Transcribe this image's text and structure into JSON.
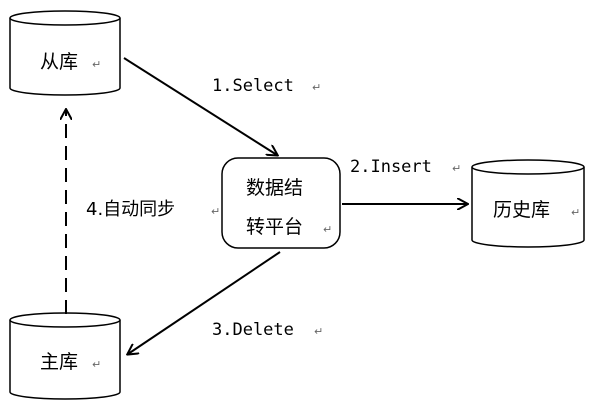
{
  "nodes": {
    "slave_db": {
      "label": "从库"
    },
    "master_db": {
      "label": "主库"
    },
    "history_db": {
      "label": "历史库"
    },
    "platform": {
      "line1": "数据结",
      "line2": "转平台"
    }
  },
  "edges": {
    "select": {
      "label": "1.Select"
    },
    "insert": {
      "label": "2.Insert"
    },
    "delete": {
      "label": "3.Delete"
    },
    "sync": {
      "label": "4.自动同步"
    }
  },
  "paragraph_mark": "↵"
}
